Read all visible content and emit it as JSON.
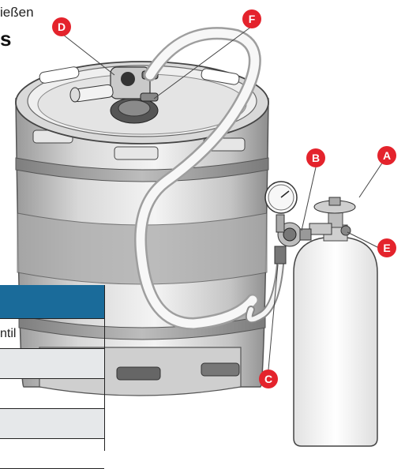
{
  "header": {
    "line1": "ießen",
    "line2": "s"
  },
  "callouts": {
    "a": "A",
    "b": "B",
    "c": "C",
    "d": "D",
    "e": "E",
    "f": "F"
  },
  "table": {
    "rows": [
      "ntil",
      "",
      "",
      "",
      ""
    ]
  },
  "colors": {
    "callout": "#e4232c",
    "table_header": "#1a6b9a",
    "steel_light": "#ececec",
    "steel_mid": "#bdbdbd",
    "steel_dark": "#8a8a8a"
  }
}
